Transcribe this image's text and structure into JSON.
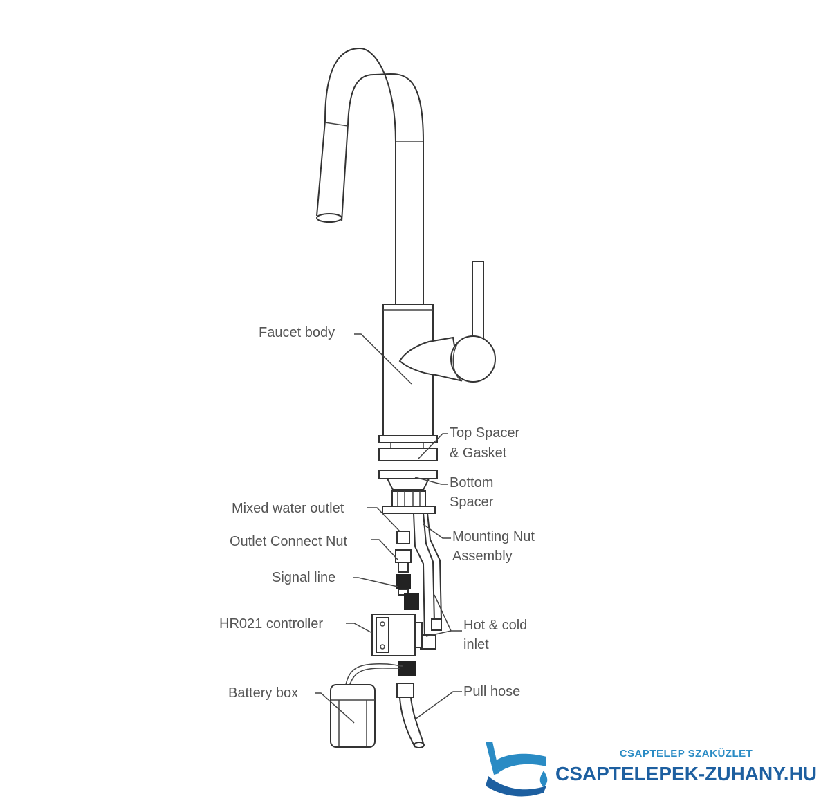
{
  "labels": {
    "faucet_body": "Faucet body",
    "top_spacer_1": "Top Spacer",
    "top_spacer_2": "& Gasket",
    "bottom_spacer_1": "Bottom",
    "bottom_spacer_2": "Spacer",
    "mixed_water_outlet": "Mixed water outlet",
    "mounting_nut_1": "Mounting Nut",
    "mounting_nut_2": "Assembly",
    "outlet_connect_nut": "Outlet Connect Nut",
    "signal_line": "Signal line",
    "hr021_controller": "HR021 controller",
    "hot_cold_1": "Hot & cold",
    "hot_cold_2": "inlet",
    "battery_box": "Battery box",
    "pull_hose": "Pull hose"
  },
  "logo": {
    "subtitle": "CSAPTELEP SZAKÜZLET",
    "title": "CSAPTELEPEK-ZUHANY.HU",
    "icon": "faucet-logo-icon",
    "colors": {
      "dark_blue": "#1d5fa0",
      "light_blue": "#2a8bc4"
    }
  }
}
